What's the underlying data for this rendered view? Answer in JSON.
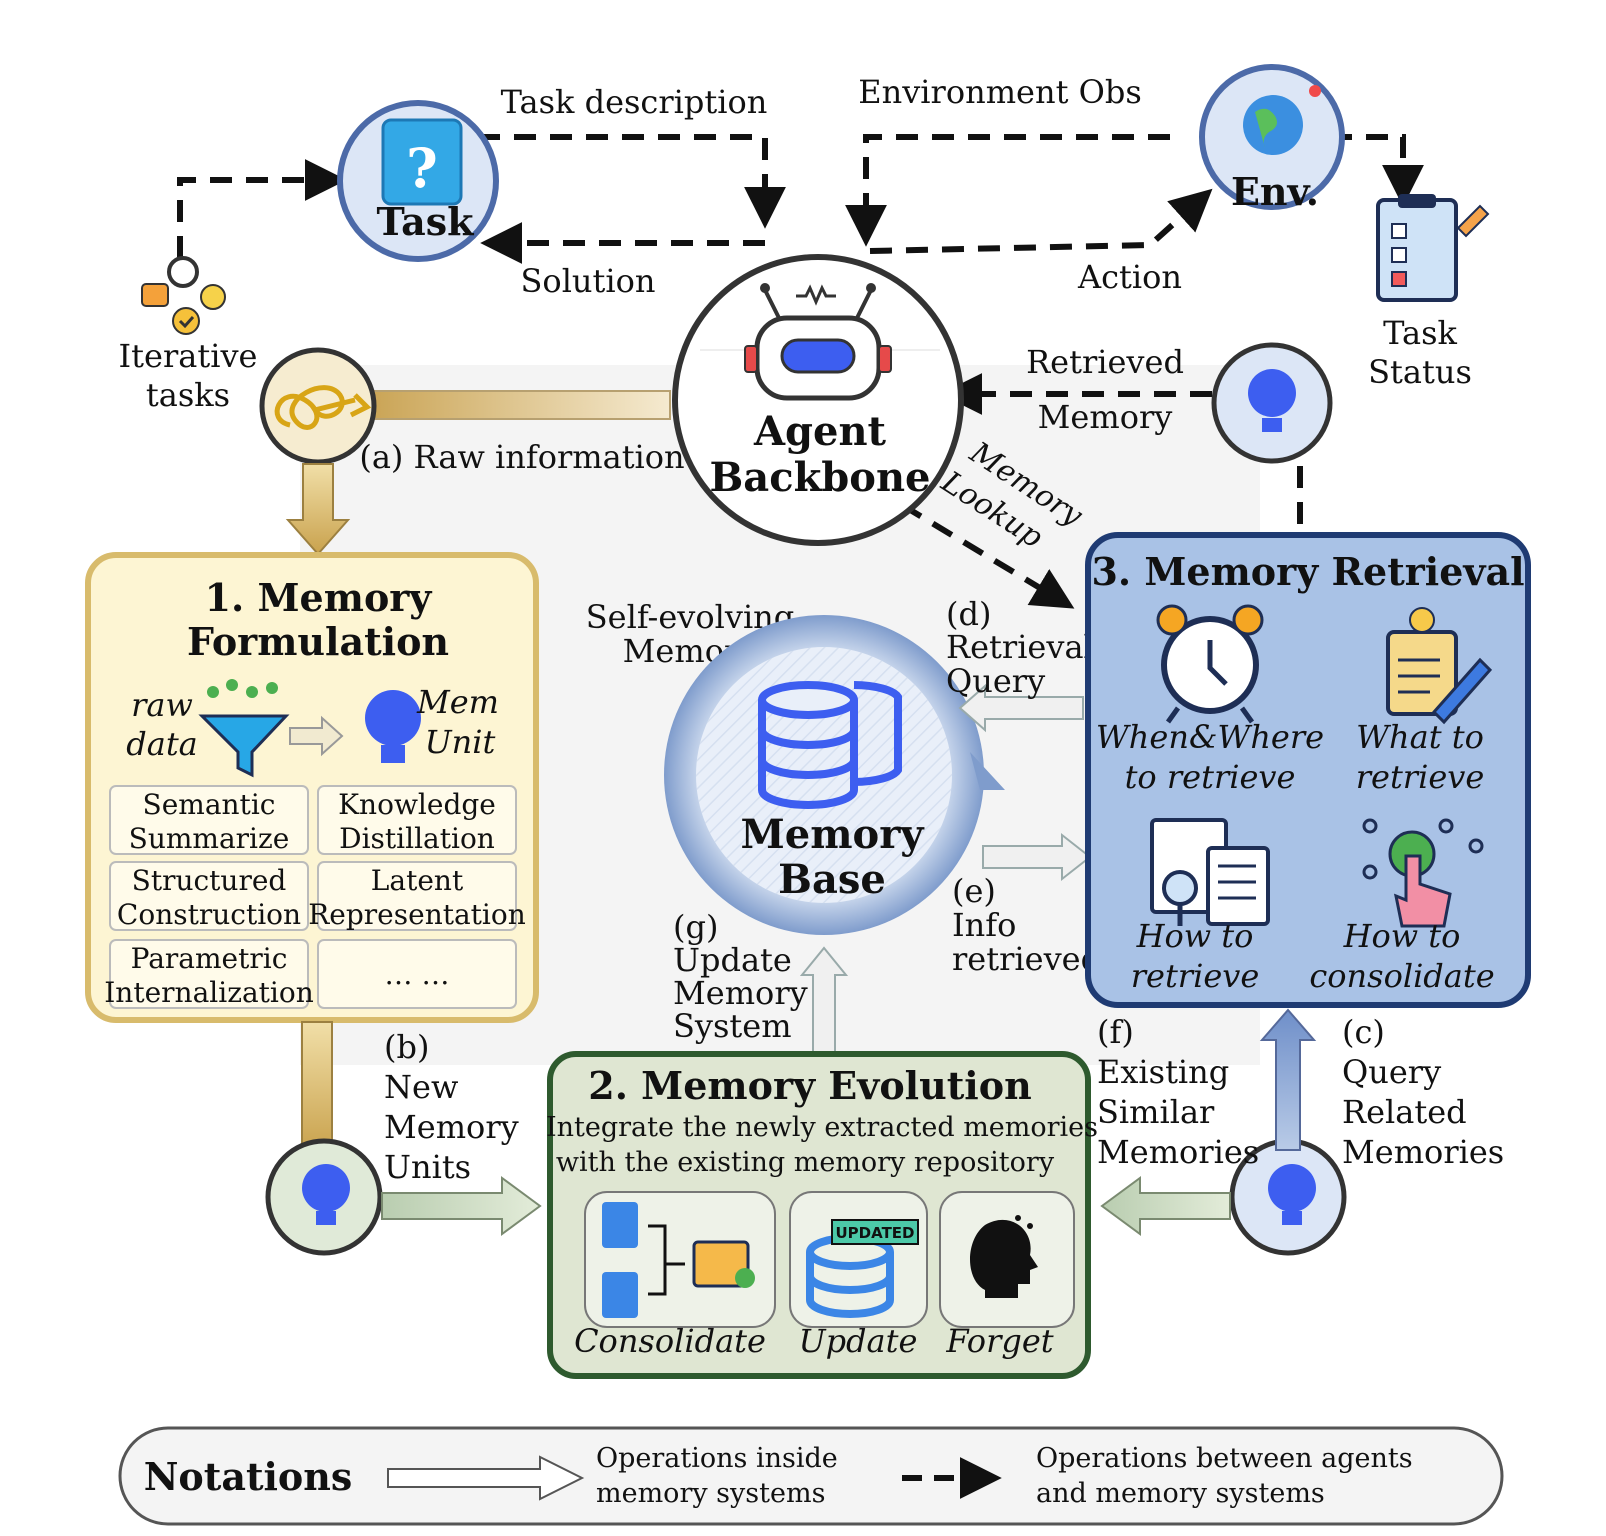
{
  "top": {
    "task_label": "Task",
    "env_label": "Env.",
    "task_description": "Task description",
    "environment_obs": "Environment Obs",
    "solution": "Solution",
    "action": "Action",
    "iterative_tasks_line1": "Iterative",
    "iterative_tasks_line2": "tasks",
    "task_status_line1": "Task",
    "task_status_line2": "Status"
  },
  "agent": {
    "line1": "Agent",
    "line2": "Backbone",
    "raw_information": "(a) Raw information",
    "retrieved_line1": "Retrieved",
    "retrieved_line2": "Memory",
    "lookup_line1": "Memory",
    "lookup_line2": "Lookup"
  },
  "formulation": {
    "title_line1": "1. Memory",
    "title_line2": "Formulation",
    "raw_line1": "raw",
    "raw_line2": "data",
    "mem_line1": "Mem",
    "mem_line2": "Unit",
    "cells": [
      {
        "l1": "Semantic",
        "l2": "Summarize"
      },
      {
        "l1": "Knowledge",
        "l2": "Distillation"
      },
      {
        "l1": "Structured",
        "l2": "Construction"
      },
      {
        "l1": "Latent",
        "l2": "Representation"
      },
      {
        "l1": "Parametric",
        "l2": "Internalization"
      },
      {
        "l1": "… …",
        "l2": ""
      }
    ]
  },
  "base": {
    "self_line1": "Self-evolving",
    "self_line2": "Memory",
    "line1": "Memory",
    "line2": "Base",
    "d": [
      "(d)",
      "Retrieval",
      "Query"
    ],
    "e": [
      "(e)",
      "Info",
      "retrieved"
    ],
    "g": [
      "(g)",
      "Update",
      "Memory",
      "System"
    ]
  },
  "retrieval": {
    "title": "3. Memory Retrieval",
    "items": [
      {
        "l1": "When&Where",
        "l2": "to retrieve"
      },
      {
        "l1": "What to",
        "l2": "retrieve"
      },
      {
        "l1": "How to",
        "l2": "retrieve"
      },
      {
        "l1": "How to",
        "l2": "consolidate"
      }
    ]
  },
  "evolution": {
    "title": "2. Memory Evolution",
    "desc_line1": "Integrate the newly extracted memories",
    "desc_line2": "with the existing memory repository",
    "ops": [
      "Consolidate",
      "Update",
      "Forget"
    ],
    "updated_stamp": "UPDATED"
  },
  "side": {
    "b": [
      "(b)",
      "New",
      "Memory",
      "Units"
    ],
    "f": [
      "(f)",
      "Existing",
      "Similar",
      "Memories"
    ],
    "c": [
      "(c)",
      "Query",
      "Related",
      "Memories"
    ]
  },
  "notations": {
    "title": "Notations",
    "inside_line1": "Operations inside",
    "inside_line2": "memory systems",
    "between_line1": "Operations between agents",
    "between_line2": "and memory systems"
  },
  "colors": {
    "formulation_fill": "#fdf5d3",
    "formulation_border": "#d8bb6c",
    "retrieval_fill": "#a9c2e6",
    "retrieval_border": "#1f3b73",
    "evolution_fill": "#dfe6d2",
    "evolution_border": "#2e5a2e",
    "bulb_blue": "#3d5ef0"
  }
}
